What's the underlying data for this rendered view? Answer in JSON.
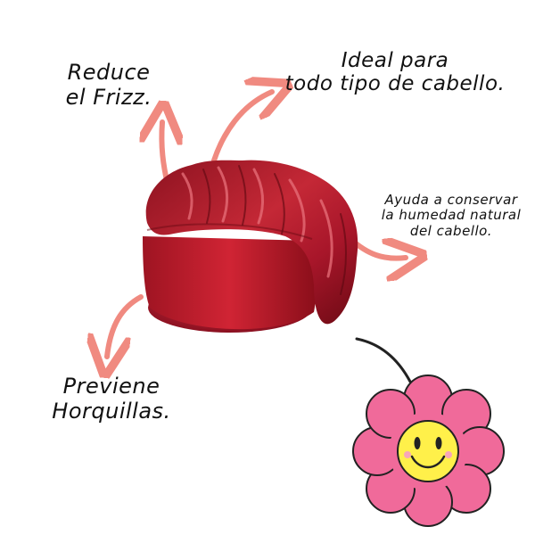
{
  "labels": {
    "frizz": [
      "Reduce",
      "el Frizz."
    ],
    "ideal": [
      "Ideal para",
      "todo tipo de cabello."
    ],
    "humedad": [
      "Ayuda a conservar",
      "la humedad natural",
      "del cabello."
    ],
    "horquillas": [
      "Previene",
      "Horquillas."
    ]
  },
  "colors": {
    "arrow": "#F08A80",
    "satin": "#B01C2A",
    "satin_dark": "#7E0E18",
    "satin_light": "#E26470",
    "band": "#C41E2C",
    "flower_petal": "#F06A9A",
    "flower_center": "#FFF04A",
    "outline": "#222222"
  },
  "icons": [
    "bonnet-illustration",
    "smiley-flower-icon",
    "arrow-icon"
  ]
}
